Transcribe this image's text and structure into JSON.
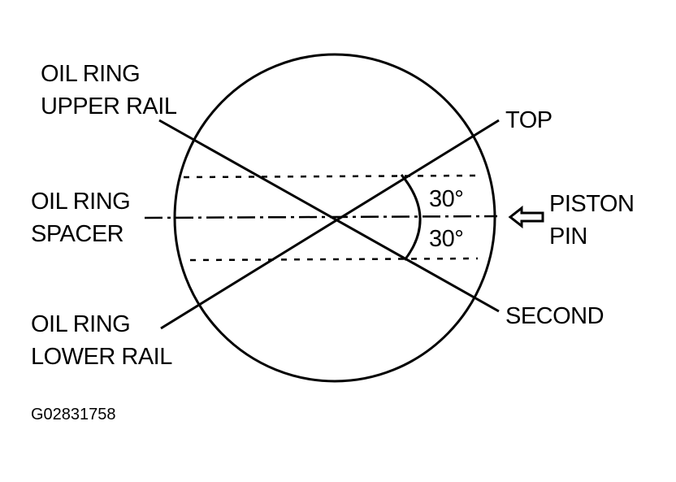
{
  "labels": {
    "oil_ring_upper_rail": [
      "OIL RING",
      "UPPER RAIL"
    ],
    "oil_ring_spacer": [
      "OIL RING",
      "SPACER"
    ],
    "oil_ring_lower_rail": [
      "OIL RING",
      "LOWER RAIL"
    ],
    "top": "TOP",
    "second": "SECOND",
    "piston_pin": [
      "PISTON",
      "PIN"
    ],
    "angle_upper": "30°",
    "angle_lower": "30°"
  },
  "figure_id": "G02831758"
}
